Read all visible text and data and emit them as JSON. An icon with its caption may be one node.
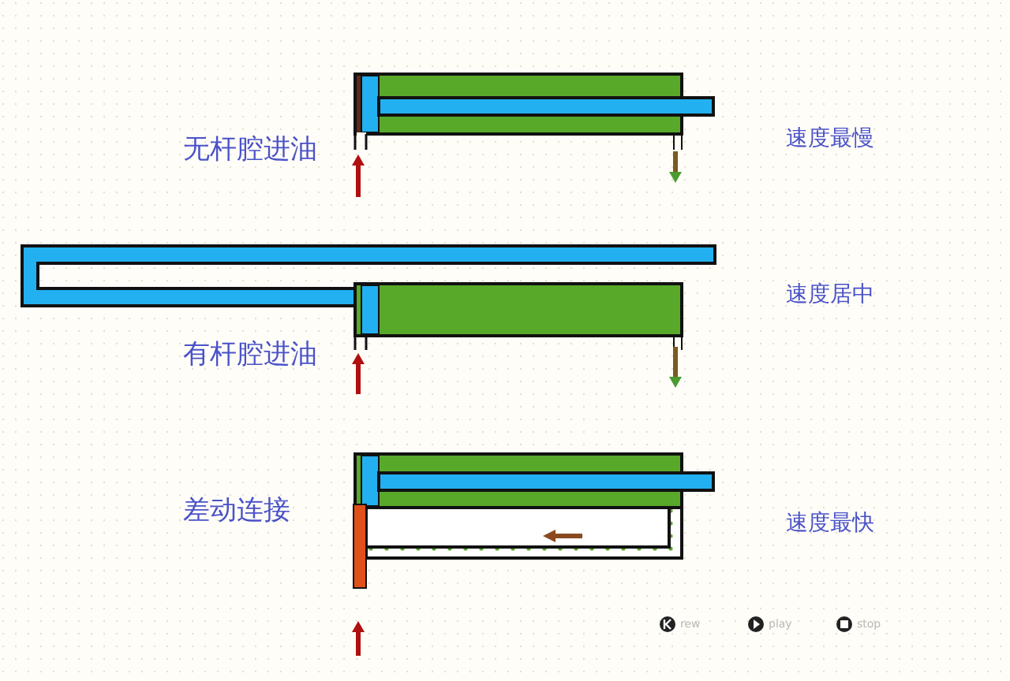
{
  "diagram": {
    "labels": [
      "无杆腔进油",
      "速度最慢",
      "有杆腔进油",
      "速度居中",
      "差动连接",
      "速度最快",
      "rew",
      "play",
      "stop"
    ]
  }
}
